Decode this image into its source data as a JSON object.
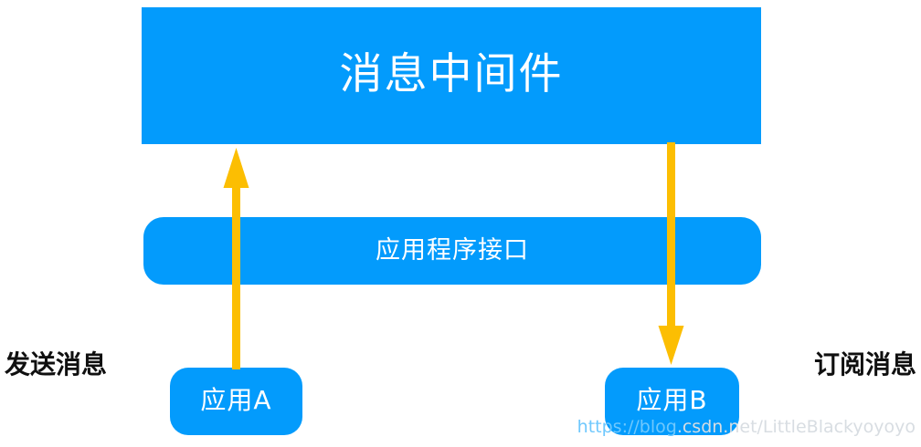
{
  "diagram": {
    "title_node": {
      "name": "message-middleware",
      "label": "消息中间件"
    },
    "api_node": {
      "name": "application-programming-interface",
      "label": "应用程序接口"
    },
    "app_a": {
      "name": "application-a",
      "label": "应用A"
    },
    "app_b": {
      "name": "application-b",
      "label": "应用B"
    },
    "captions": {
      "left": "发送消息",
      "right": "订阅消息"
    },
    "arrows": [
      {
        "name": "send-arrow",
        "direction": "up",
        "from": "应用A",
        "to": "消息中间件",
        "color": "#FCBE02"
      },
      {
        "name": "subscribe-arrow",
        "direction": "down",
        "from": "消息中间件",
        "to": "应用B",
        "color": "#FCBE02"
      }
    ],
    "colors": {
      "node_blue": "#039BFC",
      "arrow_amber": "#FCBE02",
      "caption_black": "#101010",
      "node_text": "#FFFFFF",
      "watermark_gray": "#D8DDE2",
      "background": "#FFFFFF"
    },
    "watermark": {
      "text_on_blue": "https://blog",
      "text_on_white": ".csdn.net/LittleBlackyoyoyo",
      "full": "https://blog.csdn.net/LittleBlackyoyoyo"
    }
  }
}
